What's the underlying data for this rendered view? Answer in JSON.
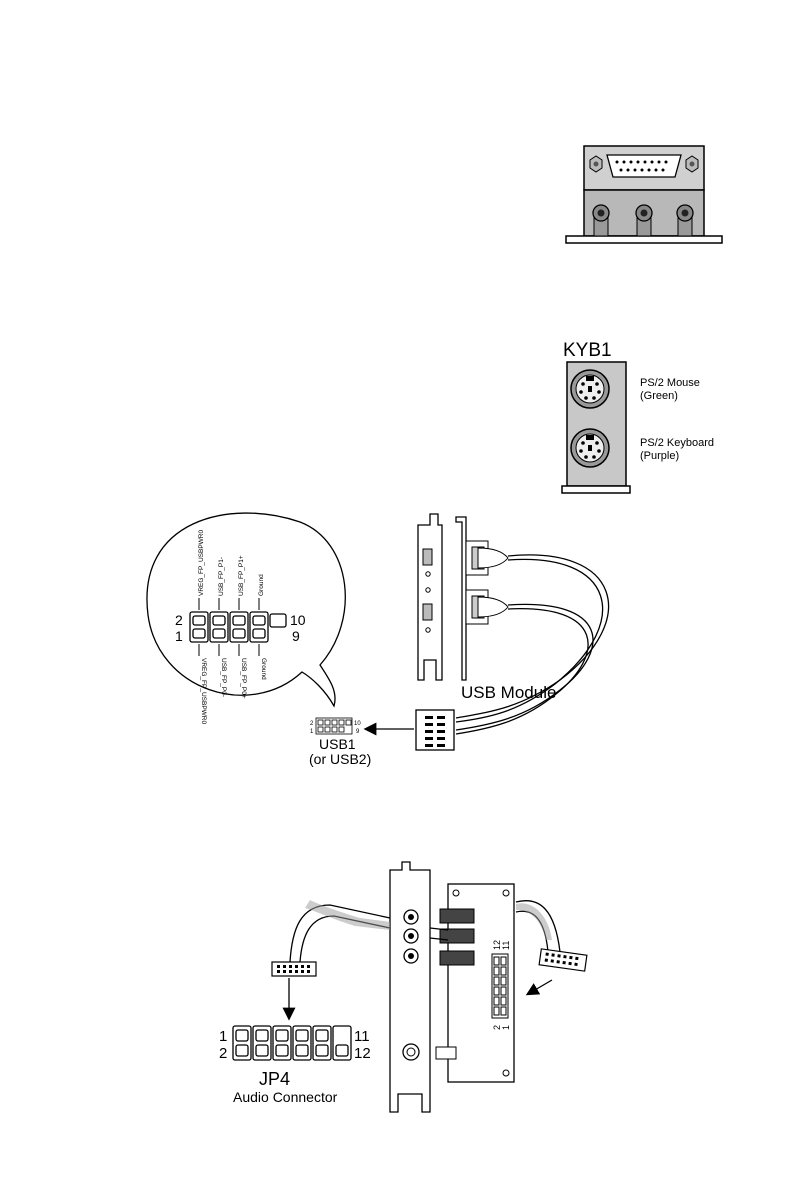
{
  "kyb": {
    "title": "KYB1",
    "mouse_label": "PS/2 Mouse",
    "mouse_color": "(Green)",
    "keyboard_label": "PS/2 Keyboard",
    "keyboard_color": "(Purple)"
  },
  "usb": {
    "header_pins": {
      "top_left": "2",
      "top_right": "10",
      "bottom_left": "1",
      "bottom_right": "9"
    },
    "top_signals": [
      "VREG_FP_USBPWR0",
      "USB_FP_P1-",
      "USB_FP_P1+",
      "Ground"
    ],
    "bottom_signals": [
      "VREG_FP_USBPWR0",
      "USB_FP_P0-",
      "USB_FP_P0+",
      "Ground"
    ],
    "module_label": "USB Module",
    "small_pins": {
      "tl": "2",
      "bl": "1",
      "tr": "10",
      "br": "9"
    },
    "header_name": "USB1",
    "header_alt": "(or USB2)"
  },
  "audio": {
    "pins": {
      "tl": "1",
      "bl": "2",
      "tr": "11",
      "br": "12"
    },
    "card_pins": {
      "top_a": "12",
      "top_b": "11",
      "bot_a": "2",
      "bot_b": "1"
    },
    "header_name": "JP4",
    "header_desc": "Audio Connector"
  }
}
